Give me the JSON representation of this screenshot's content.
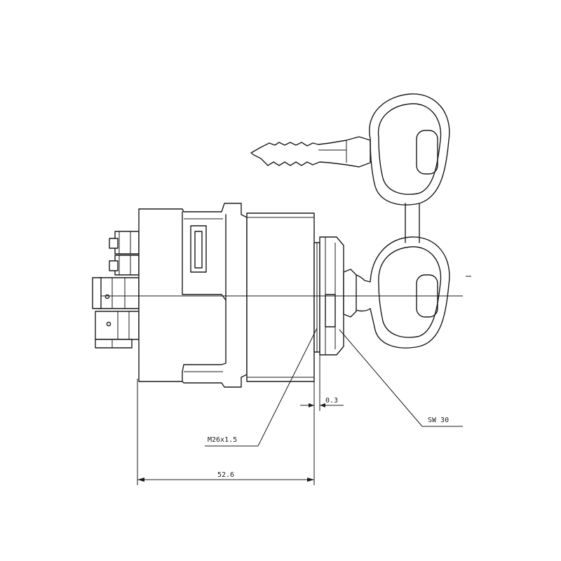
{
  "dimensions": {
    "overall_length": "52.6",
    "thread": "M26x1.5",
    "gap": "0.3",
    "wrench_size": "SW 30"
  }
}
